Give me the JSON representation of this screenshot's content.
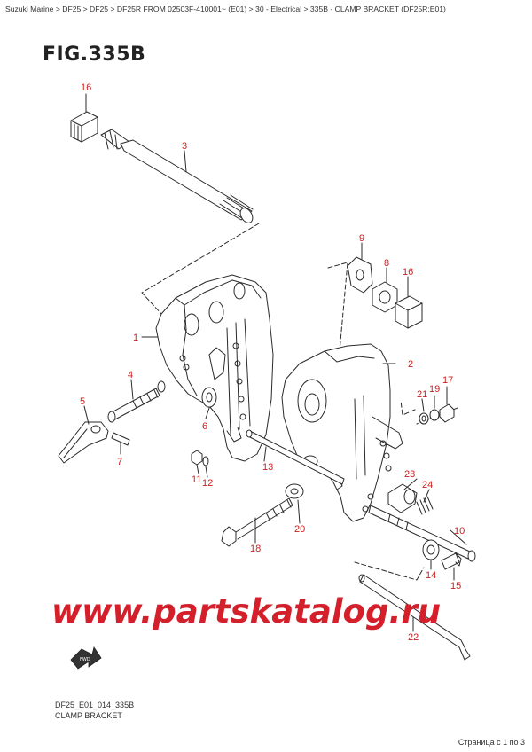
{
  "breadcrumb": "Suzuki Marine > DF25 > DF25 > DF25R FROM 02503F-410001~ (E01) > 30 - Electrical > 335B - CLAMP BRACKET (DF25R:E01)",
  "figure_title": "FIG.335B",
  "part_labels": {
    "p1": "1",
    "p2": "2",
    "p3": "3",
    "p4": "4",
    "p5": "5",
    "p6": "6",
    "p7": "7",
    "p8": "8",
    "p9": "9",
    "p10": "10",
    "p11": "11",
    "p12": "12",
    "p13": "13",
    "p14": "14",
    "p15": "15",
    "p16a": "16",
    "p16b": "16",
    "p17": "17",
    "p18": "18",
    "p19": "19",
    "p20": "20",
    "p21": "21",
    "p22": "22",
    "p23": "23",
    "p24": "24"
  },
  "watermark": "www.partskatalog.ru",
  "fwd_label": "FWD",
  "caption_code": "DF25_E01_014_335B",
  "caption_name": "CLAMP BRACKET",
  "pager": "Страница с 1 по 3",
  "colors": {
    "label_red": "#cc1f1f",
    "watermark_red": "#d4202a",
    "line": "#2a2a2a"
  }
}
